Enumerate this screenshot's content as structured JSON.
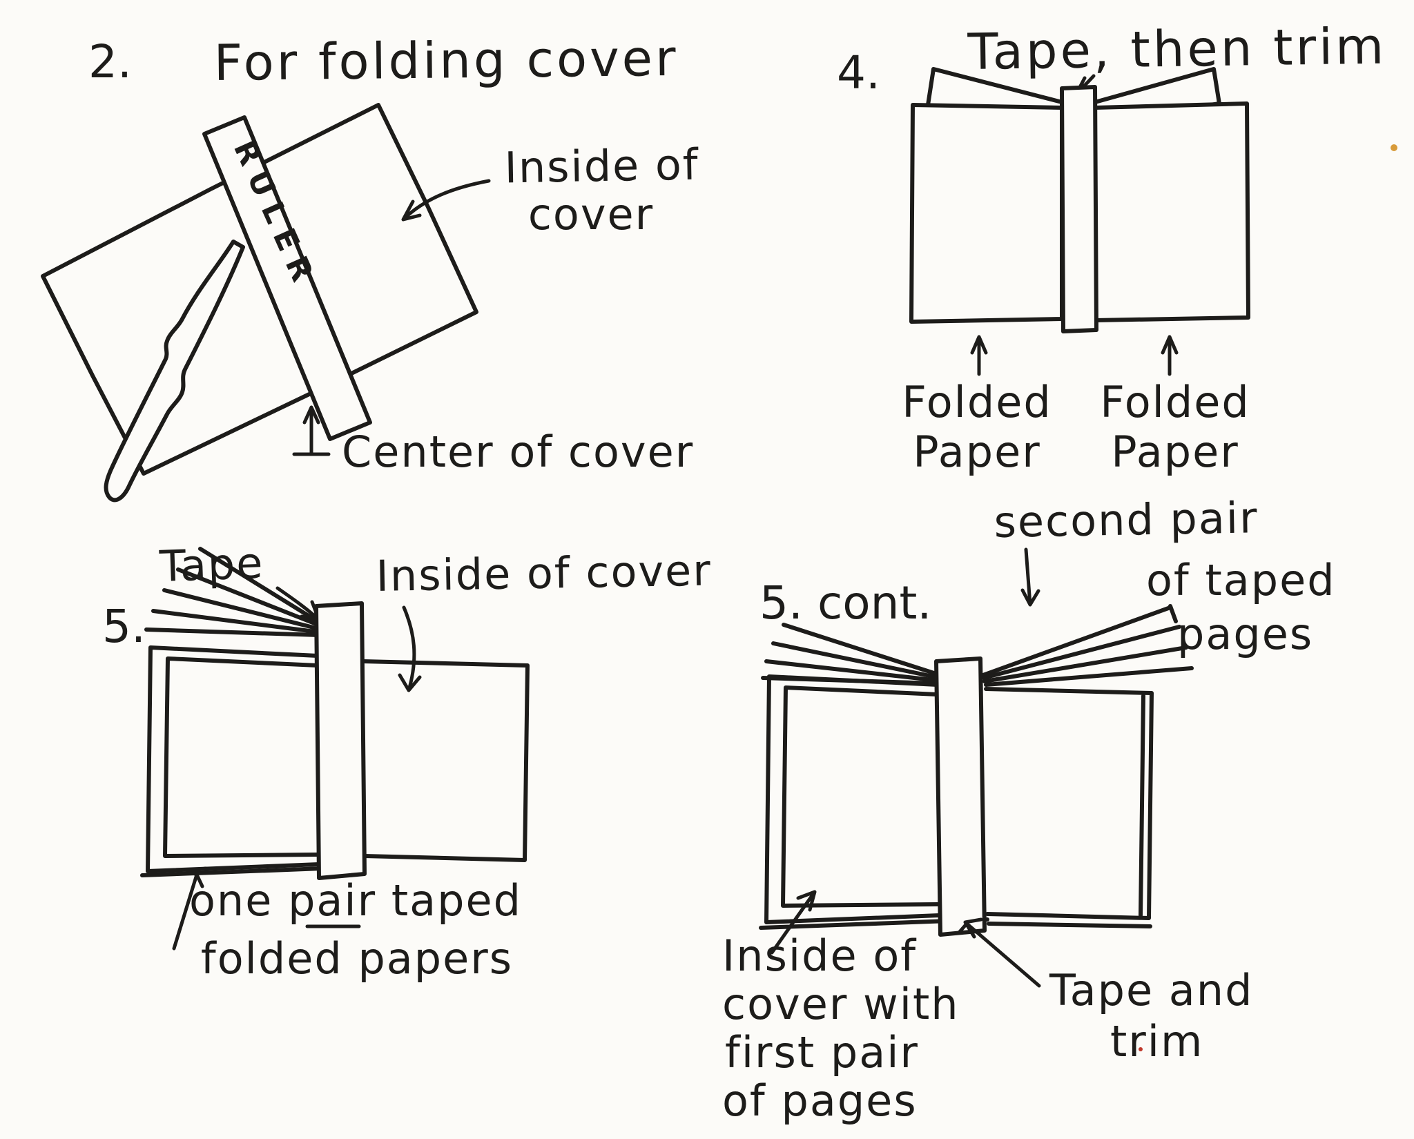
{
  "canvas": {
    "background": "#fcfbf8",
    "ink": "#1d1c1a",
    "speck_orange": "#d89b3a",
    "speck_red": "#c0392b"
  },
  "step2": {
    "number": "2.",
    "title": "For folding cover",
    "ruler_label": "RULER",
    "inside_label": [
      "Inside of",
      "cover"
    ],
    "center_label": "Center of cover"
  },
  "step4": {
    "number": "4.",
    "title": "Tape, then trim",
    "left_label": [
      "Folded",
      "Paper"
    ],
    "right_label": [
      "Folded",
      "Paper"
    ]
  },
  "step5": {
    "number": "5.",
    "tape_label": "Tape",
    "inside_label": "Inside of cover",
    "caption": [
      "one pair taped",
      "folded papers"
    ]
  },
  "step5cont": {
    "number": "5. cont.",
    "second_pair_label": "second pair",
    "of_taped_label": [
      "of taped",
      "pages"
    ],
    "inside_caption": [
      "Inside of",
      "cover with",
      "first pair",
      "of pages"
    ],
    "tape_trim_label": [
      "Tape and",
      "trim"
    ]
  }
}
